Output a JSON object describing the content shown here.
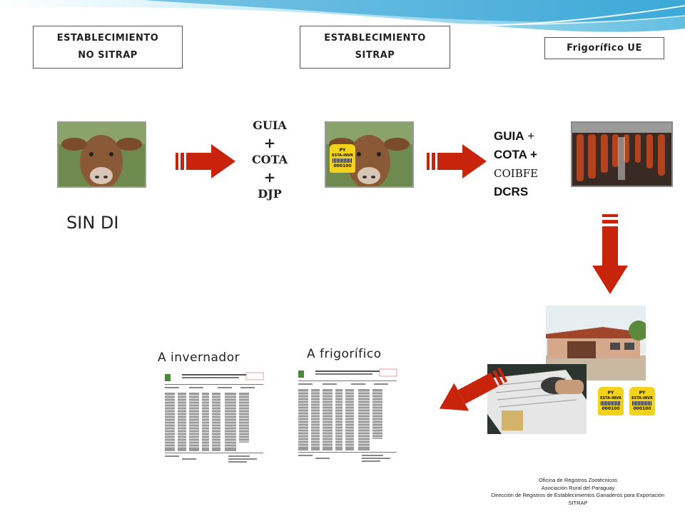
{
  "boxes": {
    "no_sitrap": {
      "line1": "ESTABLECIMIENTO",
      "line2": "NO SITRAP"
    },
    "sitrap": {
      "line1": "ESTABLECIMIENTO",
      "line2": "SITRAP"
    },
    "frigorifico_ue": "Frigorífico UE"
  },
  "docs_step1": {
    "l1": "GUIA",
    "l2": "+",
    "l3": "COTA",
    "l4": "+",
    "l5": "DJP"
  },
  "docs_step2": {
    "l1": "GUIA",
    "l1b": " +",
    "l2": "COTA +",
    "l3": "COIBFE",
    "l4": "DCRS"
  },
  "sin_di": "SIN DI",
  "a_invernador": "A invernador",
  "a_frigorifico": "A frigorífico",
  "ear_tag": {
    "country": "PY",
    "type": "ESTA-INVR",
    "number": "000100"
  },
  "footer": {
    "line1": "Oficina de Registros Zootécnicos",
    "line2": "Asociación Rural del Paraguay",
    "line3": "Dirección de Registros de Establecimientos Ganaderos para Exportación",
    "line4": "SITRAP"
  },
  "colors": {
    "arrow": "#c8240c",
    "header_wave": "#7fd0ea"
  }
}
